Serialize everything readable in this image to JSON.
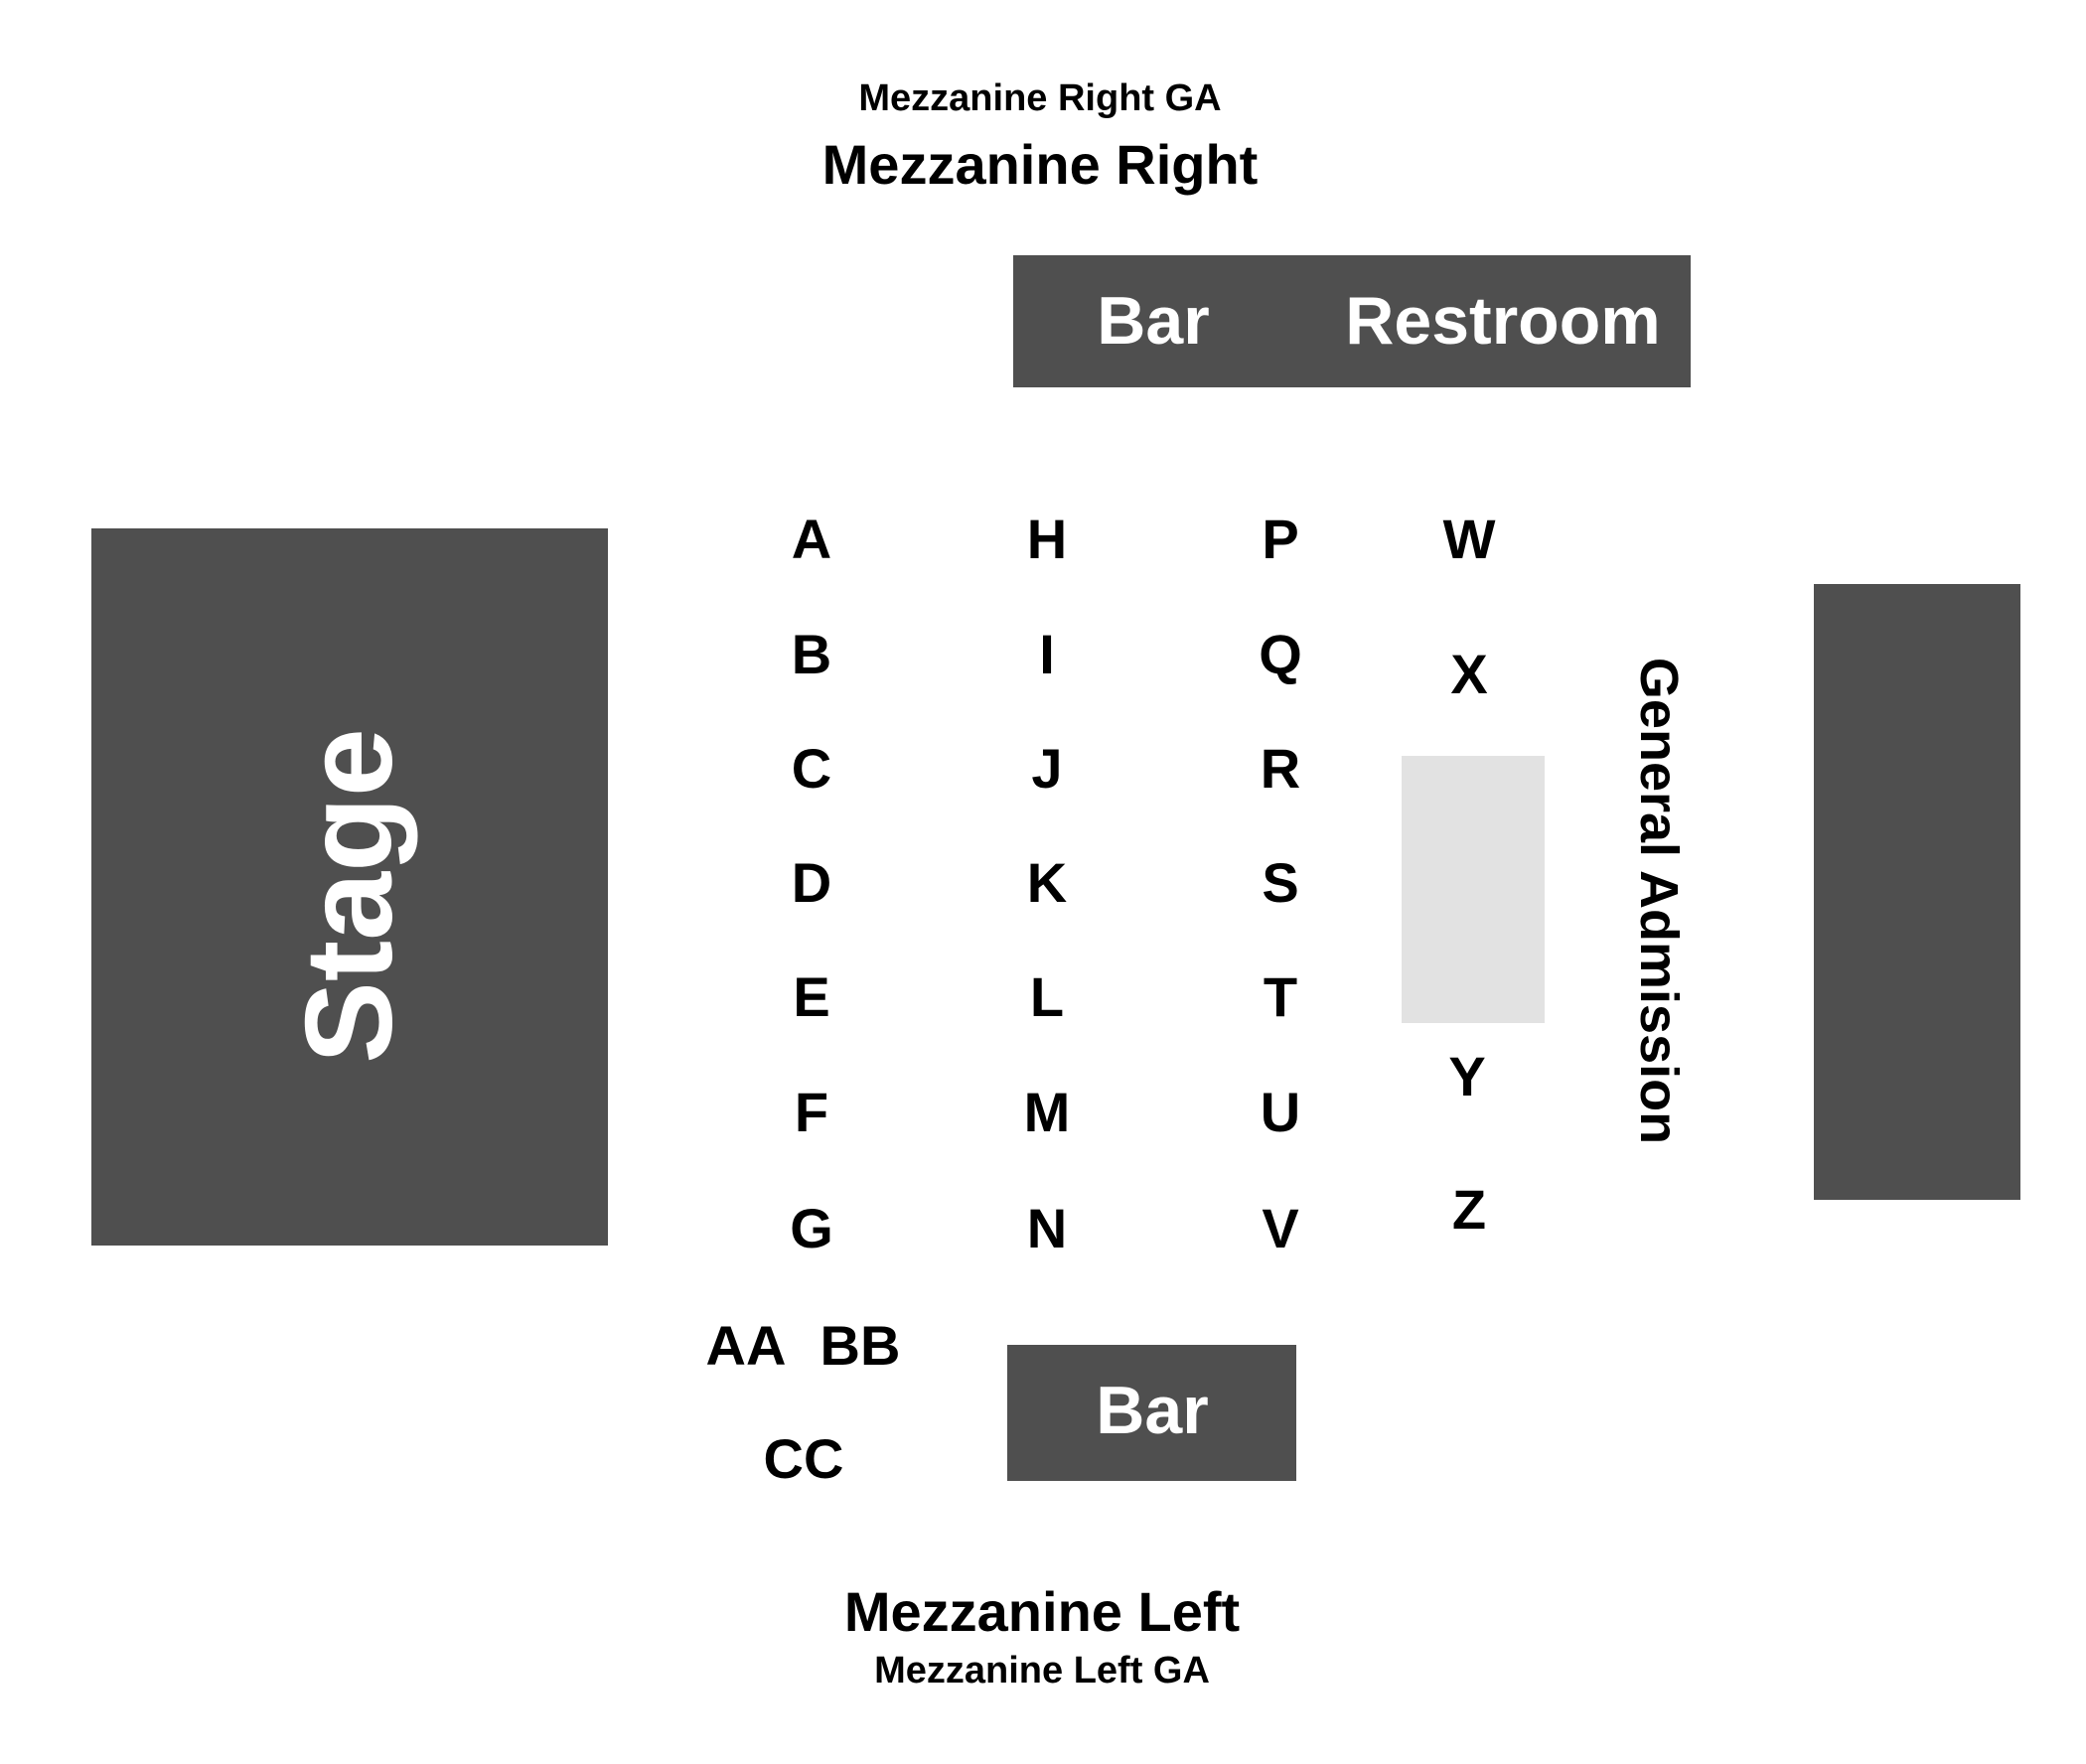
{
  "mezzanine_right_ga": "Mezzanine Right GA",
  "mezzanine_right": "Mezzanine Right",
  "mezzanine_left": "Mezzanine Left",
  "mezzanine_left_ga": "Mezzanine Left GA",
  "stage": "Stage",
  "top_bar": {
    "bar": "Bar",
    "restroom": "Restroom"
  },
  "bottom_bar": "Bar",
  "general_admission": "General Admission",
  "rows": {
    "col1": [
      "A",
      "B",
      "C",
      "D",
      "E",
      "F",
      "G"
    ],
    "col2": [
      "H",
      "I",
      "J",
      "K",
      "L",
      "M",
      "N"
    ],
    "col3": [
      "P",
      "Q",
      "R",
      "S",
      "T",
      "U",
      "V"
    ],
    "col4": [
      "W",
      "X",
      "Y",
      "Z"
    ],
    "extra": [
      "AA",
      "BB",
      "CC"
    ]
  },
  "colors": {
    "block": "#4f4f4f",
    "ga_area": "#e2e2e2",
    "text": "#000000",
    "block_text": "#ffffff"
  }
}
